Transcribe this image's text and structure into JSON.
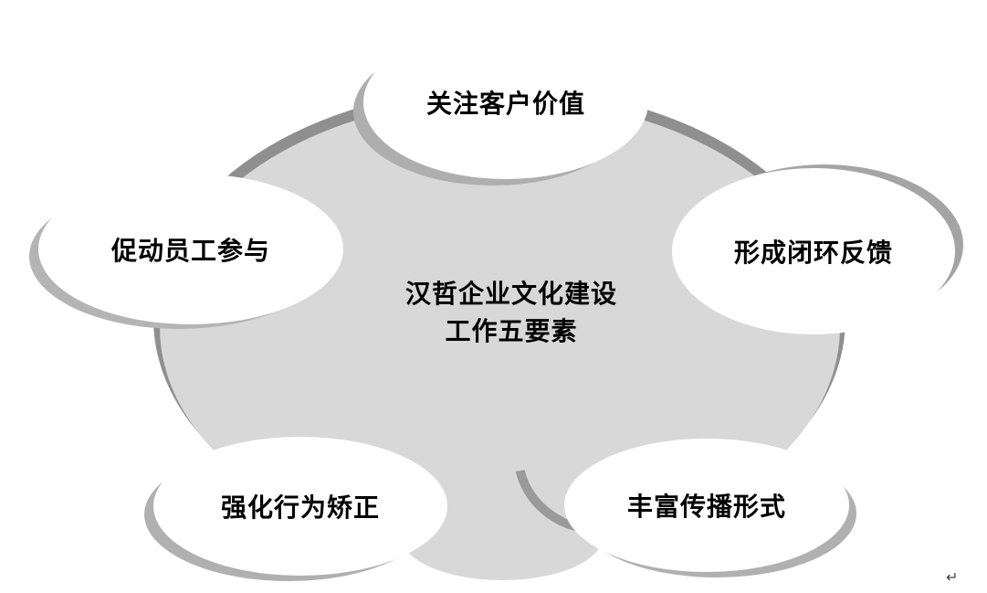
{
  "diagram": {
    "title": "汉哲企业文化建设工作五要素",
    "center": {
      "line1": "汉哲企业文化建设",
      "line2": "工作五要素"
    },
    "nodes": [
      {
        "id": "top",
        "label": "关注客户价值"
      },
      {
        "id": "left",
        "label": "促动员工参与"
      },
      {
        "id": "right",
        "label": "形成闭环反馈"
      },
      {
        "id": "bottom-left",
        "label": "强化行为矫正"
      },
      {
        "id": "bottom-right",
        "label": "丰富传播形式"
      }
    ],
    "colors": {
      "blob_fill": "#d8d8d8",
      "rim_dark": "#8f8f8f",
      "node_shadow": "#b0b0b0",
      "node_fill": "#ffffff",
      "text": "#000000",
      "background": "#ffffff"
    },
    "return_mark": "↵"
  }
}
